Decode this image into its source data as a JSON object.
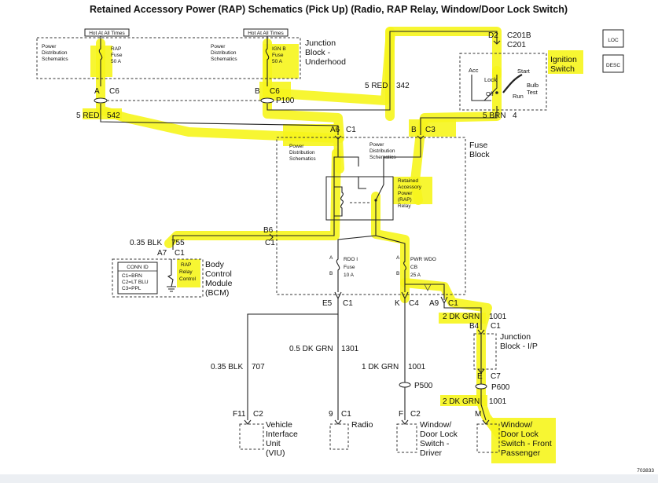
{
  "title": "Retained Accessory Power (RAP) Schematics (Pick Up) (Radio, RAP Relay, Window/Door Lock Switch)",
  "figure_id": "703833",
  "corner_icons": {
    "loc": "LOC",
    "desc": "DESC"
  },
  "junction_block_underhood": {
    "label_line1": "Junction",
    "label_line2": "Block -",
    "label_line3": "Underhood",
    "hot1": "Hot At All Times",
    "hot2": "Hot At All Times",
    "pds_left": [
      "Power",
      "Distribution",
      "Schematics"
    ],
    "pds_right": [
      "Power",
      "Distribution",
      "Schematics"
    ],
    "rap_fuse": [
      "RAP",
      "Fuse",
      "50 A"
    ],
    "ign_fuse": [
      "IGN B",
      "Fuse",
      "50 A"
    ],
    "conn_a": "A",
    "conn_a_c": "C6",
    "conn_b": "B",
    "conn_b_c": "C6",
    "p100": "P100"
  },
  "ignition_switch": {
    "label_line1": "Ignition",
    "label_line2": "Switch",
    "d2": "D2",
    "c201b": "C201B",
    "c201": "C201",
    "acc": "Acc",
    "lock": "Lock",
    "off": "Off",
    "start": "Start",
    "bulb": "Bulb",
    "test": "Test",
    "run": "Run",
    "wire_brn": "5 BRN",
    "wire_brn_num": "4"
  },
  "wires": {
    "red342": "5 RED",
    "red342_num": "342",
    "red542": "5 RED",
    "red542_num": "542",
    "blk755": "0.35 BLK",
    "blk755_num": "755",
    "blk707": "0.35 BLK",
    "blk707_num": "707",
    "dkgrn1301": "0.5 DK GRN",
    "dkgrn1301_num": "1301",
    "dkgrn1001a": "1 DK GRN",
    "dkgrn1001a_num": "1001",
    "dkgrn1001b": "2 DK GRN",
    "dkgrn1001b_num": "1001",
    "dkgrn1001c": "2 DK GRN",
    "dkgrn1001c_num": "1001"
  },
  "fuse_block": {
    "label_line1": "Fuse",
    "label_line2": "Block",
    "a6": "A6",
    "a6_c": "C1",
    "b_c3": "B",
    "c3": "C3",
    "pds_a": [
      "Power",
      "Distribution",
      "Schematics"
    ],
    "pds_b": [
      "Power",
      "Distribution",
      "Schematics"
    ],
    "rap_relay": [
      "Retained",
      "Accessory",
      "Power",
      "(RAP)",
      "Relay"
    ],
    "b6": "B6",
    "b6_c": "C1",
    "rdo_fuse": [
      "RDO I",
      "Fuse",
      "10 A"
    ],
    "pwr_cb": [
      "PWR WDO",
      "CB",
      "25 A"
    ],
    "pin_a": "A",
    "pin_b": "B",
    "pin_a2": "A",
    "pin_b2": "B",
    "e5": "E5",
    "e5_c": "C1",
    "k": "K",
    "k_c": "C4",
    "a9": "A9",
    "a9_c": "C1"
  },
  "bcm": {
    "label_line1": "Body",
    "label_line2": "Control",
    "label_line3": "Module",
    "label_line4": "(BCM)",
    "a7": "A7",
    "a7_c": "C1",
    "conn_id": "CONN ID",
    "conn_lines": [
      "C1=BRN",
      "C2=LT BLU",
      "C3=PPL"
    ],
    "rap_ctrl": [
      "RAP",
      "Relay",
      "Control"
    ]
  },
  "junction_ip": {
    "label_line1": "Junction",
    "label_line2": "Block - I/P",
    "b4": "B4",
    "b4_c": "C1",
    "e": "E",
    "e_c": "C7",
    "p600": "P600"
  },
  "p500": "P500",
  "components": {
    "viu": {
      "pin": "F11",
      "conn": "C2",
      "lines": [
        "Vehicle",
        "Interface",
        "Unit",
        "(VIU)"
      ]
    },
    "radio": {
      "pin": "9",
      "conn": "C1",
      "lines": [
        "Radio"
      ]
    },
    "driver_sw": {
      "pin": "F",
      "conn": "C2",
      "lines": [
        "Window/",
        "Door Lock",
        "Switch -",
        "Driver"
      ]
    },
    "pass_sw": {
      "pin": "M",
      "lines": [
        "Window/",
        "Door Lock",
        "Switch - Front",
        "Passenger"
      ]
    }
  }
}
